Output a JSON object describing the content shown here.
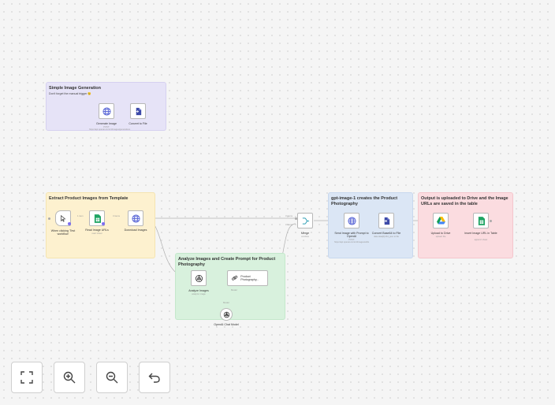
{
  "sticky_notes": [
    {
      "title": "Simple Image Generation",
      "subtitle": "Don't forget the manual trigger 😉",
      "color": "#e6e3f7"
    },
    {
      "title": "Extract Product Images from Template",
      "subtitle": "",
      "color": "#fdf1cf"
    },
    {
      "title": "Analyze Images and Create Prompt for Product Photography",
      "subtitle": "",
      "color": "#d8f1dd"
    },
    {
      "title": "gpt-image-1 creates the Product Photography",
      "subtitle": "",
      "color": "#dbe6f5"
    },
    {
      "title": "Output is uploaded to Drive and the Image URLs are saved in the table",
      "subtitle": "",
      "color": "#fbdce0"
    }
  ],
  "nodes": {
    "generate_image": {
      "label": "Generate Image",
      "sub": "POST: https://api.openai.com/v1/images/generations",
      "icon": "globe-icon"
    },
    "convert_to_file_1": {
      "label": "Convert to File",
      "sub": "",
      "icon": "file-convert-icon"
    },
    "manual_trigger": {
      "label": "When clicking 'Test workflow'",
      "sub": "",
      "icon": "cursor-icon"
    },
    "read_image_urls": {
      "label": "Read Image URLs",
      "sub": "read: sheet",
      "icon": "google-sheets-icon"
    },
    "download_images": {
      "label": "Download Images",
      "sub": "",
      "icon": "globe-icon"
    },
    "analyze_images": {
      "label": "Analyze Images",
      "sub": "analyze: image",
      "icon": "openai-icon"
    },
    "product_photography": {
      "label": "Product Photography...",
      "sub": "",
      "icon": "chain-link-icon"
    },
    "openai_chat_model": {
      "label": "OpenAI Chat Model",
      "sub": "",
      "icon": "openai-icon"
    },
    "merge": {
      "label": "Merge",
      "sub": "combine",
      "icon": "merge-icon"
    },
    "send_image": {
      "label": "Send Image with Prompt to OpenAI",
      "sub": "POST: https://api.openai.com/v1/images/edits",
      "icon": "globe-icon"
    },
    "convert_base64": {
      "label": "Convert Base64 to File",
      "sub": "data.data[0].b64_json to file",
      "icon": "file-convert-icon"
    },
    "upload_drive": {
      "label": "Upload to Drive",
      "sub": "upload: file",
      "icon": "google-drive-icon"
    },
    "insert_image_url": {
      "label": "Insert Image URL in Table",
      "sub": "append: sheet",
      "icon": "google-sheets-icon"
    }
  },
  "edge_labels": {
    "trigger_to_read": "1 item",
    "read_to_download": "3 items",
    "to_merge_top": "3 items",
    "to_merge_bottom": "3 items",
    "chat_model_link": "Model",
    "product_model_link": "Model"
  },
  "controls": [
    {
      "name": "fit-to-view-button",
      "icon": "fullscreen-icon"
    },
    {
      "name": "zoom-in-button",
      "icon": "zoom-in-icon"
    },
    {
      "name": "zoom-out-button",
      "icon": "zoom-out-icon"
    },
    {
      "name": "reset-zoom-button",
      "icon": "undo-icon"
    }
  ],
  "colors": {
    "edge": "#b0b0b0",
    "globe": "#5966d6",
    "sheets": "#1fa463",
    "handle": "#aaaaaa"
  }
}
